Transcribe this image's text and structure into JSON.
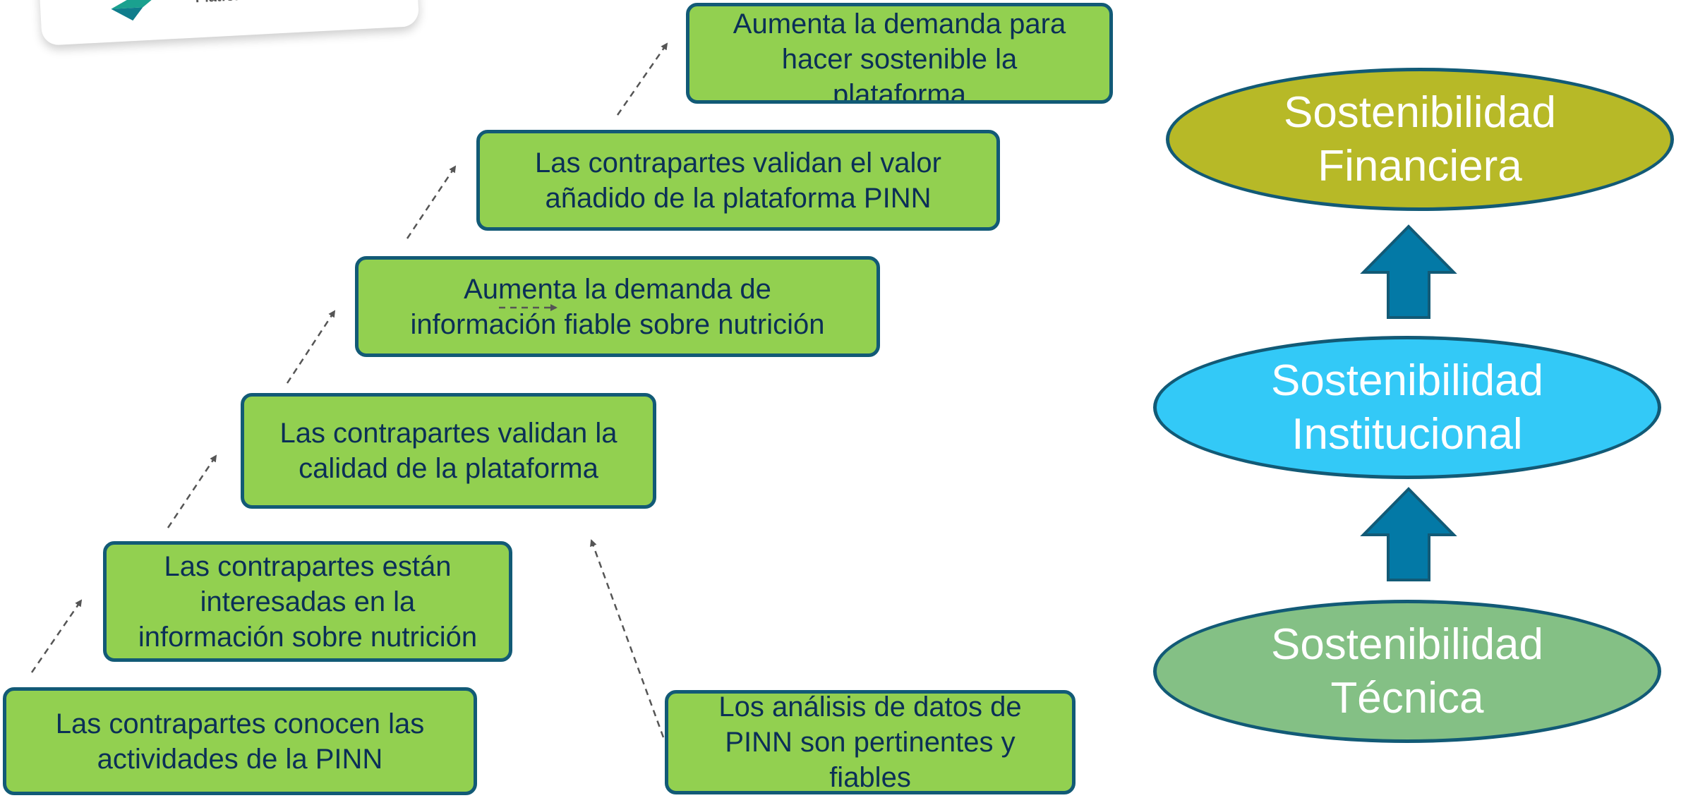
{
  "logo": {
    "tagline": "Platforms for Nutrition",
    "logo_mark": "pinn-logo-mark"
  },
  "steps": [
    {
      "text": "Las contrapartes conocen las\nactividades de la PINN"
    },
    {
      "text": "Las contrapartes están\ninteresadas en la\ninformación sobre nutrición"
    },
    {
      "text": "Las contrapartes validan la\ncalidad de la plataforma"
    },
    {
      "text": "Aumenta la demanda de\ninformación fiable sobre nutrición"
    },
    {
      "text": "Las contrapartes validan el valor\nañadido de la plataforma PINN"
    },
    {
      "text": "Aumenta la demanda para\nhacer sostenible la\nplataforma"
    }
  ],
  "analysis": {
    "text": "Los análisis de datos de\nPINN son pertinentes y\nfiables"
  },
  "sustainability": {
    "financiera": {
      "text": "Sostenibilidad\nFinanciera",
      "color": "#b7b927"
    },
    "institucional": {
      "text": "Sostenibilidad\nInstitucional",
      "color": "#33c9f7"
    },
    "tecnica": {
      "text": "Sostenibilidad\nTécnica",
      "color": "#84c085"
    }
  },
  "colors": {
    "box_fill": "#92d050",
    "border": "#125a76",
    "box_text": "#0b2f57",
    "up_arrow": "#0379a6",
    "dash_arrow": "#555555"
  }
}
